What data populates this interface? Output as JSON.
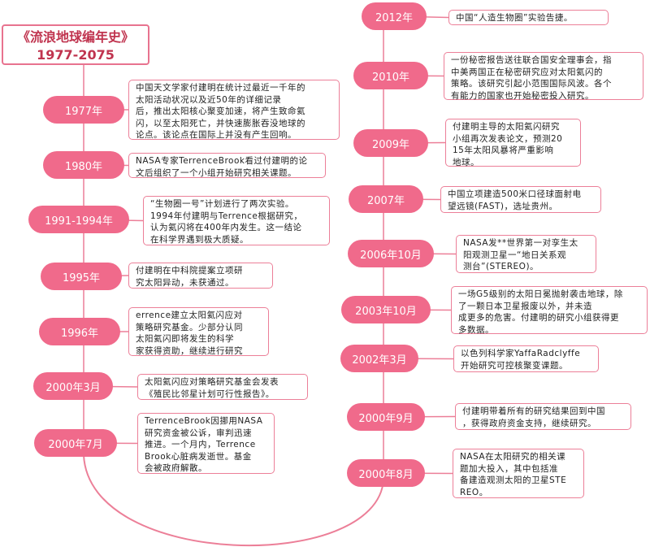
{
  "title": {
    "line1": "《流浪地球编年史》",
    "line2": "1977-2075"
  },
  "colors": {
    "accent": "#f06a8b",
    "border": "#ec7f98",
    "title_text": "#c0344f"
  },
  "left_events": [
    {
      "date": "1977年",
      "text": "中国天文学家付建明在统计过最近一千年的\n太阳活动状况以及近50年的详细记录\n后，推出太阳核心聚变加速，将产生致命氦\n闪，以至太阳死亡，并快速膨胀吞没地球的\n论点。该论点在国际上并没有产生回响。"
    },
    {
      "date": "1980年",
      "text": "NASA专家TerrenceBrook看过付建明的论\n文后组织了一个小组开始研究相关课题。"
    },
    {
      "date": "1991-1994年",
      "text": "“生物圈一号”计划进行了两次实验。\n1994年付建明与Terrence根据研究，\n认为氦闪将在400年内发生。这一结论\n在科学界遇到极大质疑。"
    },
    {
      "date": "1995年",
      "text": "付建明在中科院提案立项研\n究太阳异动，未获通过。"
    },
    {
      "date": "1996年",
      "text": "errence建立太阳氦闪应对\n策略研究基金。少部分认同\n太阳氦闪即将发生的科学\n家获得资助，继续进行研究"
    },
    {
      "date": "2000年3月",
      "text": "太阳氦闪应对策略研究基金会发表\n《殖民比邻星计划可行性报告》。"
    },
    {
      "date": "2000年7月",
      "text": "TerrenceBrook因挪用NASA\n研究资金被公诉，审判迅速\n推进。一个月内，Terrence\nBrook心脏病发逝世。基金\n会被政府解散。"
    }
  ],
  "right_events": [
    {
      "date": "2012年",
      "text": "中国“人造生物圈”实验告捷。"
    },
    {
      "date": "2010年",
      "text": "一份秘密报告送往联合国安全理事会，指\n中美两国正在秘密研究应对太阳氦闪的\n策略。该研究引起小范围国际风波。各个\n有能力的国家也开始秘密投入研究。"
    },
    {
      "date": "2009年",
      "text": "付建明主导的太阳氦闪研究\n小组再次发表论文，预测20\n15年太阳风暴将严重影响\n地球。"
    },
    {
      "date": "2007年",
      "text": "中国立项建造500米口径球面射电\n望远镜(FAST)，选址贵州。"
    },
    {
      "date": "2006年10月",
      "text": "NASA发**世界第一对孪生太\n阳观测卫星一“地日关系观\n测台”(STEREO)。"
    },
    {
      "date": "2003年10月",
      "text": "一场G5级别的太阳日冕抛射袭击地球，除\n了一颗日本卫星报废以外，并未造\n成更多的危害。付建明的研究小组获得更\n多数据。"
    },
    {
      "date": "2002年3月",
      "text": "以色列科学家YaffaRadclyffe\n开始研究可控核聚变课题。"
    },
    {
      "date": "2000年9月",
      "text": "付建明带着所有的研究结果回到中国\n，获得政府资金支持，继续研究。"
    },
    {
      "date": "2000年8月",
      "text": "NASA在太阳研究的相关课\n题加大投入，其中包括准\n备建造观测太阳的卫星STE\nREO。"
    }
  ]
}
